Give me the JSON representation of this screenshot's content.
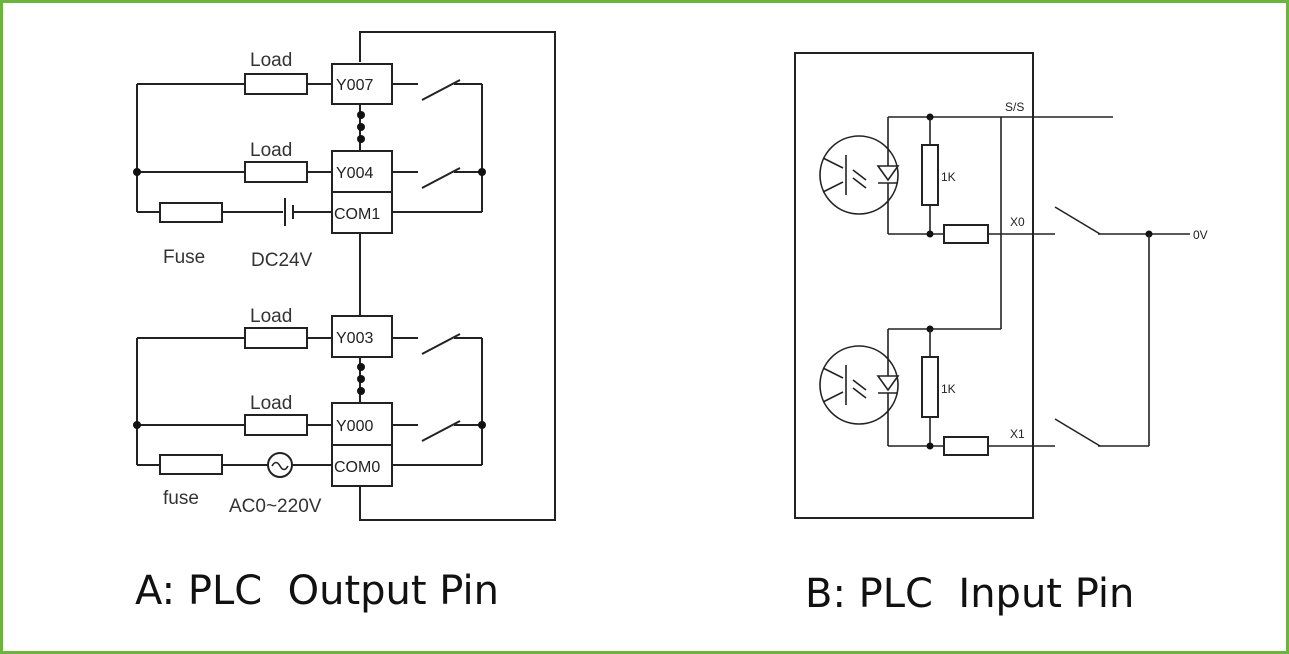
{
  "colors": {
    "frame_border": "#6db33f",
    "line": "#222222",
    "text": "#333333"
  },
  "output_diagram": {
    "caption": "A: PLC  Output Pin",
    "load_label": "Load",
    "group1": {
      "pins": [
        "Y007",
        "Y004",
        "COM1"
      ],
      "fuse_label": "Fuse",
      "supply_label": "DC24V"
    },
    "group2": {
      "pins": [
        "Y003",
        "Y000",
        "COM0"
      ],
      "fuse_label": "fuse",
      "supply_label": "AC0~220V"
    }
  },
  "input_diagram": {
    "caption": "B: PLC  Input Pin",
    "common_label": "S/S",
    "inputs": [
      "X0",
      "X1"
    ],
    "resistor_label": "1K",
    "zero_volt_label": "0V"
  }
}
